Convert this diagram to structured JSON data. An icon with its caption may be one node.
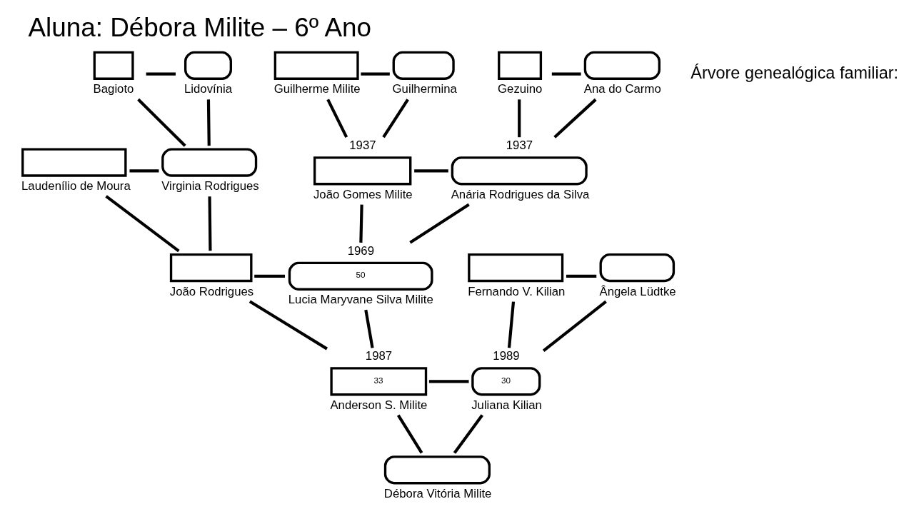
{
  "diagram": {
    "title": "Aluna: Débora Milite – 6º Ano",
    "nodes": [
      {
        "text": [
          "Bagioto"
        ]
      },
      {
        "text": [
          "Lidovínia"
        ]
      },
      {
        "text": [
          "Guilherme Milite"
        ]
      },
      {
        "text": [
          "Guilhermina"
        ]
      },
      {
        "text": [
          "Gezuino"
        ]
      },
      {
        "text": [
          "Ana do Carmo"
        ]
      },
      {
        "text": [
          "Laudenílio de Moura"
        ]
      },
      {
        "text": [
          "Virginia Rodrigues"
        ]
      },
      {
        "text": [
          "João Gomes Milite"
        ],
        "beside": [
          "1937"
        ]
      },
      {
        "text": [
          "Anária Rodrigues da Silva"
        ],
        "beside": [
          "1937"
        ]
      },
      {
        "text": [
          "João Rodrigues"
        ]
      },
      {
        "text": [
          "50",
          "Lucia Maryvane Silva Milite"
        ],
        "beside": [
          "1969"
        ]
      },
      {
        "text": [
          "Fernando V. Kilian"
        ]
      },
      {
        "text": [
          "Ângela Lüdtke"
        ]
      },
      {
        "text": [
          "33",
          "Anderson S. Milite"
        ],
        "beside": [
          "1987"
        ]
      },
      {
        "text": [
          "30",
          "Juliana Kilian"
        ],
        "beside": [
          "1989"
        ]
      },
      {
        "text": [
          "Débora Vitória Milite"
        ]
      }
    ],
    "edges": [
      {
        "from": 0,
        "to": 1,
        "arrow": "none"
      },
      {
        "from": 0,
        "to": 7,
        "arrow": "none"
      },
      {
        "from": 1,
        "to": 7,
        "arrow": "none"
      },
      {
        "from": 2,
        "to": 3,
        "arrow": "none"
      },
      {
        "from": 2,
        "to": 8,
        "arrow": "none"
      },
      {
        "from": 3,
        "to": 8,
        "arrow": "none"
      },
      {
        "from": 4,
        "to": 5,
        "arrow": "none"
      },
      {
        "from": 4,
        "to": 9,
        "arrow": "none"
      },
      {
        "from": 5,
        "to": 9,
        "arrow": "none"
      },
      {
        "from": 6,
        "to": 7,
        "arrow": "none"
      },
      {
        "from": 6,
        "to": 10,
        "arrow": "none"
      },
      {
        "from": 7,
        "to": 10,
        "arrow": "none"
      },
      {
        "from": 8,
        "to": 9,
        "arrow": "none"
      },
      {
        "from": 8,
        "to": 11,
        "arrow": "none"
      },
      {
        "from": 9,
        "to": 11,
        "arrow": "none"
      },
      {
        "from": 10,
        "to": 11,
        "arrow": "none"
      },
      {
        "from": 10,
        "to": 14,
        "arrow": "none"
      },
      {
        "from": 11,
        "to": 14,
        "arrow": "none"
      },
      {
        "from": 12,
        "to": 13,
        "arrow": "none"
      },
      {
        "from": 12,
        "to": 15,
        "arrow": "none"
      },
      {
        "from": 13,
        "to": 15,
        "arrow": "none"
      },
      {
        "from": 14,
        "to": 15,
        "arrow": "none"
      },
      {
        "from": 14,
        "to": 16,
        "arrow": "none"
      },
      {
        "from": 15,
        "to": 16,
        "arrow": "none"
      }
    ],
    "labels": [
      "Árvore genealógica familiar:"
    ]
  }
}
